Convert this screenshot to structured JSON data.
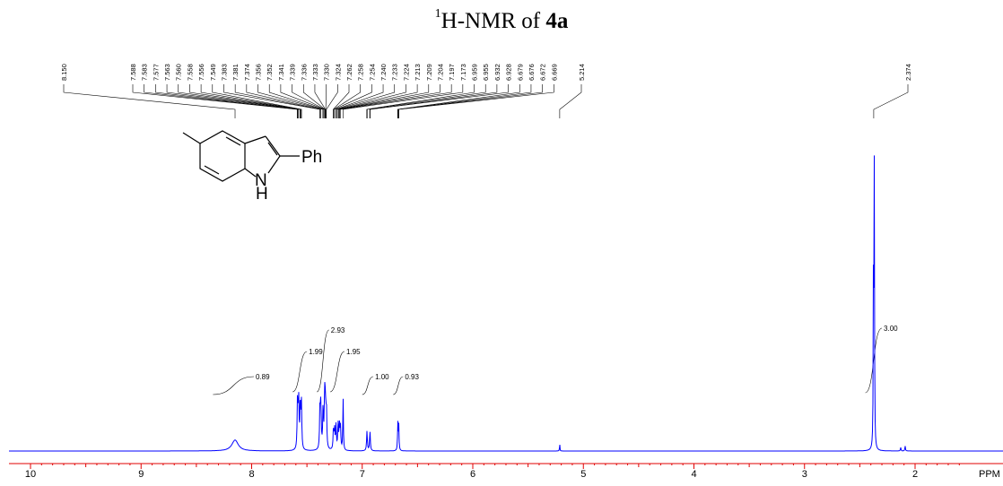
{
  "chart_data": {
    "type": "line",
    "title_prefix": "1",
    "title_main": "H-NMR of ",
    "title_bold": "4a",
    "x_unit": "PPM",
    "xlim": [
      10.1,
      1.6
    ],
    "x_ticks": [
      10,
      9,
      8,
      7,
      6,
      5,
      4,
      3,
      2
    ],
    "peak_labels": [
      "8.150",
      "7.588",
      "7.583",
      "7.577",
      "7.563",
      "7.560",
      "7.558",
      "7.556",
      "7.549",
      "7.383",
      "7.381",
      "7.374",
      "7.356",
      "7.352",
      "7.341",
      "7.339",
      "7.336",
      "7.333",
      "7.330",
      "7.324",
      "7.262",
      "7.258",
      "7.254",
      "7.240",
      "7.233",
      "7.224",
      "7.213",
      "7.209",
      "7.204",
      "7.197",
      "7.173",
      "6.959",
      "6.955",
      "6.932",
      "6.928",
      "6.679",
      "6.676",
      "6.672",
      "6.669",
      "5.214",
      "2.374"
    ],
    "peaks": [
      {
        "x": 8.15,
        "h": 0.025,
        "w": 0.035
      },
      {
        "x": 7.585,
        "h": 0.12,
        "w": 0.004
      },
      {
        "x": 7.575,
        "h": 0.115,
        "w": 0.004
      },
      {
        "x": 7.56,
        "h": 0.11,
        "w": 0.004
      },
      {
        "x": 7.55,
        "h": 0.105,
        "w": 0.004
      },
      {
        "x": 7.382,
        "h": 0.1,
        "w": 0.004
      },
      {
        "x": 7.374,
        "h": 0.1,
        "w": 0.004
      },
      {
        "x": 7.354,
        "h": 0.09,
        "w": 0.004
      },
      {
        "x": 7.34,
        "h": 0.12,
        "w": 0.004
      },
      {
        "x": 7.333,
        "h": 0.1,
        "w": 0.004
      },
      {
        "x": 7.324,
        "h": 0.095,
        "w": 0.004
      },
      {
        "x": 7.26,
        "h": 0.05,
        "w": 0.004
      },
      {
        "x": 7.25,
        "h": 0.045,
        "w": 0.004
      },
      {
        "x": 7.237,
        "h": 0.055,
        "w": 0.004
      },
      {
        "x": 7.218,
        "h": 0.06,
        "w": 0.004
      },
      {
        "x": 7.206,
        "h": 0.055,
        "w": 0.004
      },
      {
        "x": 7.197,
        "h": 0.05,
        "w": 0.004
      },
      {
        "x": 7.173,
        "h": 0.12,
        "w": 0.003
      },
      {
        "x": 6.957,
        "h": 0.045,
        "w": 0.004
      },
      {
        "x": 6.93,
        "h": 0.045,
        "w": 0.004
      },
      {
        "x": 6.678,
        "h": 0.062,
        "w": 0.003
      },
      {
        "x": 6.67,
        "h": 0.06,
        "w": 0.003
      },
      {
        "x": 5.214,
        "h": 0.018,
        "w": 0.002
      },
      {
        "x": 2.376,
        "h": 0.47,
        "w": 0.0025
      },
      {
        "x": 2.369,
        "h": 0.62,
        "w": 0.0025
      },
      {
        "x": 2.13,
        "h": 0.008,
        "w": 0.003
      },
      {
        "x": 2.09,
        "h": 0.012,
        "w": 0.003
      }
    ],
    "integrals": [
      {
        "label": "0.89",
        "from": 8.35,
        "to": 7.98
      },
      {
        "label": "1.99",
        "from": 7.63,
        "to": 7.5
      },
      {
        "label": "2.93",
        "from": 7.41,
        "to": 7.3
      },
      {
        "label": "1.95",
        "from": 7.29,
        "to": 7.16
      },
      {
        "label": "1.00",
        "from": 7.0,
        "to": 6.9
      },
      {
        "label": "0.93",
        "from": 6.72,
        "to": 6.63
      },
      {
        "label": "3.00",
        "from": 2.45,
        "to": 2.3
      }
    ],
    "molecule": {
      "substituent_label": "Ph",
      "nh_label": "N",
      "h_label": "H"
    }
  }
}
